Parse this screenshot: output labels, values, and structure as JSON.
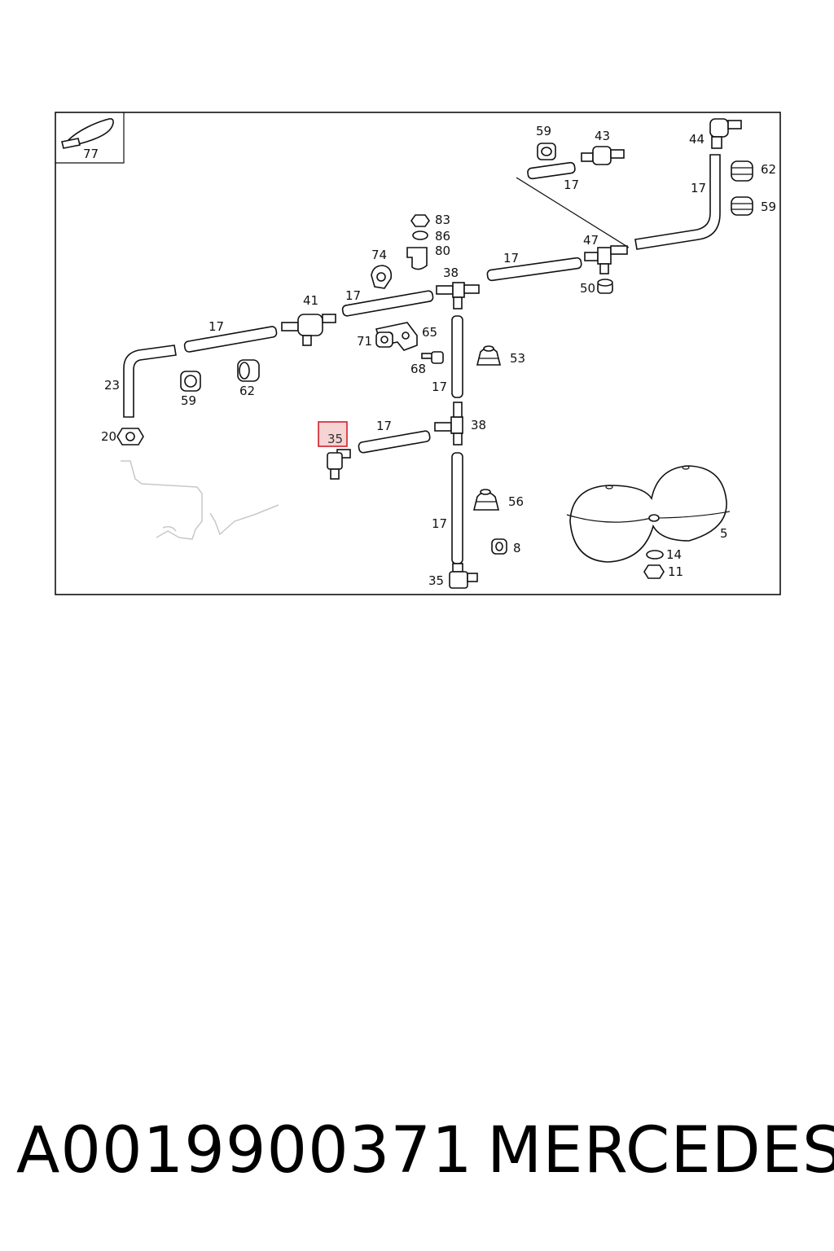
{
  "footer": {
    "part_number": "A0019900371",
    "brand": "MERCEDES"
  },
  "diagram": {
    "highlight_color": "#d0202a",
    "highlight_fill": "#f6d4d4",
    "callouts": {
      "c77": "77",
      "c59a": "59",
      "c43": "43",
      "c44": "44",
      "c62a": "62",
      "c59b": "59",
      "c17a": "17",
      "c17b": "17",
      "c83": "83",
      "c86": "86",
      "c80": "80",
      "c74": "74",
      "c38a": "38",
      "c17c": "17",
      "c47": "47",
      "c50": "50",
      "c41": "41",
      "c17d": "17",
      "c17e": "17",
      "c65": "65",
      "c71": "71",
      "c68": "68",
      "c53": "53",
      "c23": "23",
      "c59c": "59",
      "c62b": "62",
      "c17f": "17",
      "c20": "20",
      "c17g": "17",
      "c38b": "38",
      "c35a": "35",
      "c56": "56",
      "c17h": "17",
      "c5": "5",
      "c8": "8",
      "c14": "14",
      "c11": "11",
      "c35b": "35"
    }
  }
}
